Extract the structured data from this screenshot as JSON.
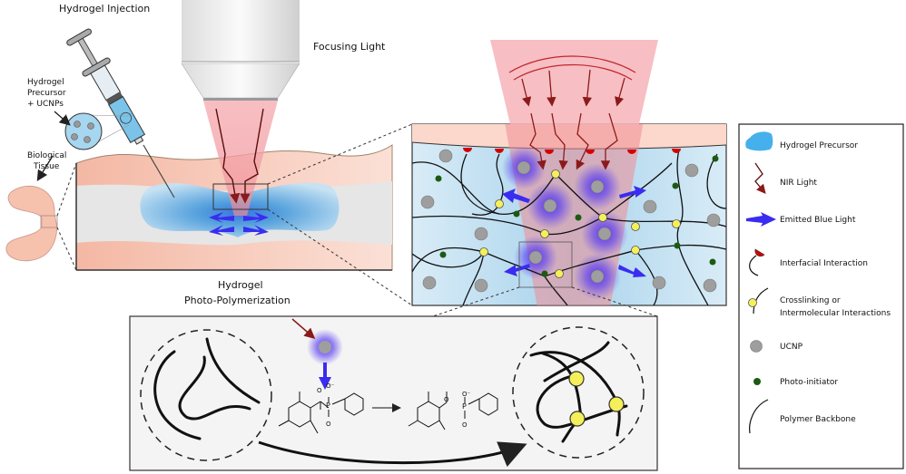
{
  "labels": {
    "injection": "Hydrogel Injection",
    "focusing": "Focusing Light",
    "precursor_line1": "Hydrogel",
    "precursor_line2": "Precursor",
    "precursor_line3": "+ UCNPs",
    "tissue_line1": "Biological",
    "tissue_line2": "Tissue",
    "polymerization_line1": "Hydrogel",
    "polymerization_line2": "Photo-Polymerization"
  },
  "chemistry": {
    "o_minus": "O⁻",
    "p": "P",
    "o": "O"
  },
  "legend": {
    "items": [
      {
        "icon": "hydrogel-precursor-icon",
        "label": "Hydrogel Precursor"
      },
      {
        "icon": "nir-light-icon",
        "label": "NIR Light"
      },
      {
        "icon": "emitted-blue-light-icon",
        "label": "Emitted Blue Light"
      },
      {
        "icon": "interfacial-interaction-icon",
        "label": "Interfacial Interaction"
      },
      {
        "icon": "crosslinking-icon",
        "label_line1": "Crosslinking or",
        "label_line2": "Intermolecular Interactions"
      },
      {
        "icon": "ucnp-icon",
        "label": "UCNP"
      },
      {
        "icon": "photo-initiator-icon",
        "label": "Photo-initiator"
      },
      {
        "icon": "polymer-backbone-icon",
        "label": "Polymer Backbone"
      }
    ]
  },
  "colors": {
    "tissue": "#f6c7b6",
    "hydrogel": "#56b4e9",
    "nir": "#8b1a1a",
    "blue_light": "#3a2cf0",
    "interfacial": "#d40000",
    "crosslink": "#f5f05a",
    "ucnp": "#9e9e9e",
    "initiator": "#1c5a12",
    "beam": "#f4a8ad"
  }
}
